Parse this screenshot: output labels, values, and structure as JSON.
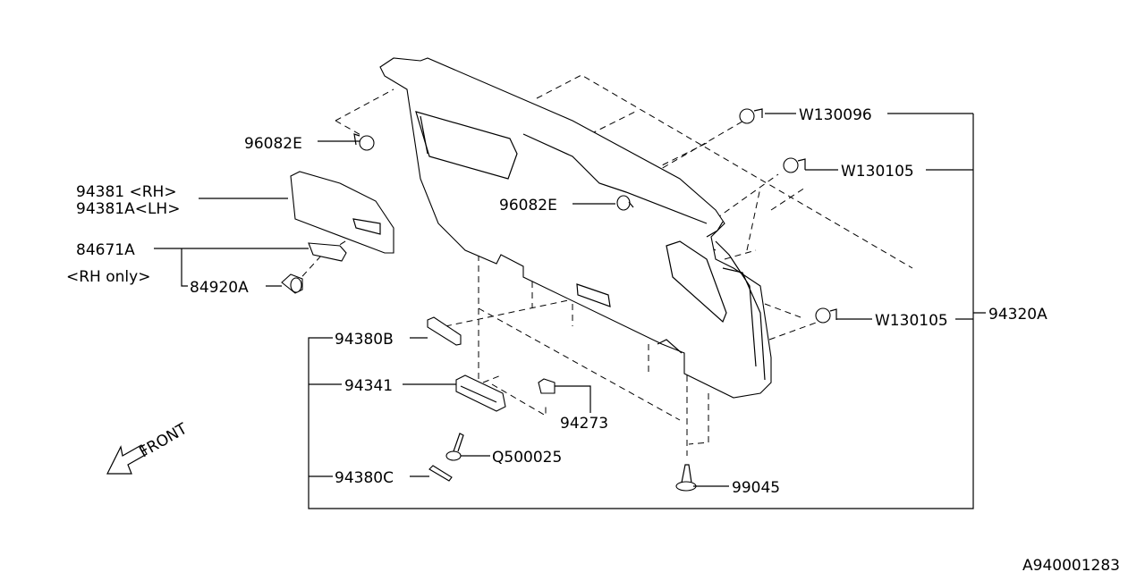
{
  "diagram": {
    "labels": {
      "clip_96082E_left": "96082E",
      "cover_rh": "94381 <RH>",
      "cover_lh": "94381A<LH>",
      "socket": "84671A",
      "rh_only": "<RH only>",
      "bulb": "84920A",
      "clip_w130096": "W130096",
      "clip_w130105_top": "W130105",
      "clip_96082E_center": "96082E",
      "clip_w130105_right": "W130105",
      "trim_assembly": "94320A",
      "pad_94380B": "94380B",
      "handle": "94341",
      "clip_94273": "94273",
      "screw": "Q500025",
      "pad_94380C": "94380C",
      "rivet": "99045",
      "front": "FRONT"
    },
    "diagram_id": "A940001283",
    "line_color": "#000000",
    "background": "#ffffff"
  }
}
